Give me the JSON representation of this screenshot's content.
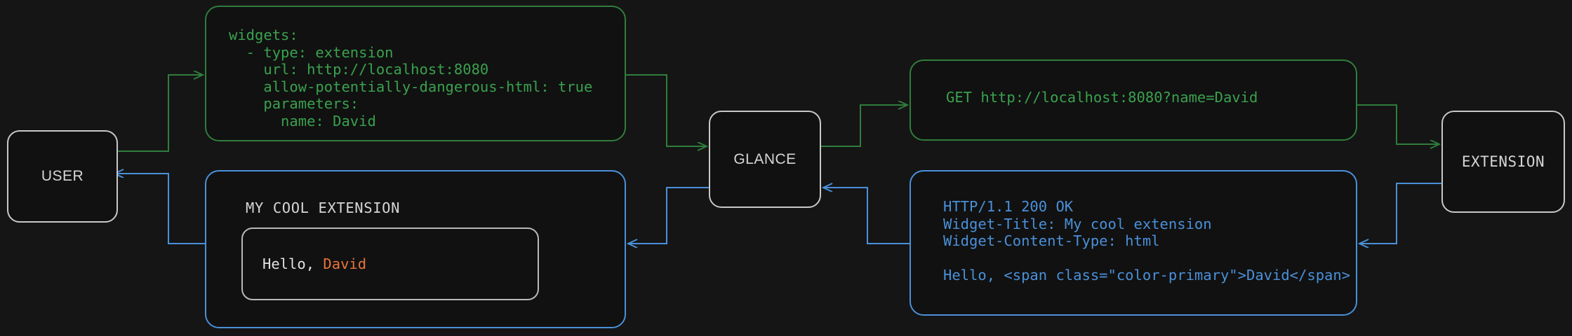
{
  "colors": {
    "background": "#151515",
    "panel_background": "#111111",
    "node_border": "#c8c8c8",
    "request_flow": "#2f7d3c",
    "request_text": "#3aa14e",
    "response_flow": "#4a90d9",
    "accent_primary": "#e8743b",
    "body_text": "#e2e2e2"
  },
  "nodes": {
    "user": "USER",
    "glance": "GLANCE",
    "extension": "EXTENSION"
  },
  "panels": {
    "config": {
      "code": "widgets:\n  - type: extension\n    url: http://localhost:8080\n    allow-potentially-dangerous-html: true\n    parameters:\n      name: David"
    },
    "request": {
      "code": "GET http://localhost:8080?name=David"
    },
    "response": {
      "code": "HTTP/1.1 200 OK\nWidget-Title: My cool extension\nWidget-Content-Type: html\n\nHello, <span class=\"color-primary\">David</span>"
    },
    "widget": {
      "title": "MY COOL EXTENSION",
      "greeting": "Hello, ",
      "name": "David"
    }
  },
  "flows": [
    {
      "id": "user-to-config",
      "color": "#2f7d3c",
      "label": ""
    },
    {
      "id": "config-to-glance",
      "color": "#2f7d3c",
      "label": ""
    },
    {
      "id": "glance-to-request",
      "color": "#2f7d3c",
      "label": ""
    },
    {
      "id": "request-to-extension",
      "color": "#2f7d3c",
      "label": ""
    },
    {
      "id": "extension-to-response",
      "color": "#4a90d9",
      "label": ""
    },
    {
      "id": "response-to-glance",
      "color": "#4a90d9",
      "label": ""
    },
    {
      "id": "glance-to-widget",
      "color": "#4a90d9",
      "label": ""
    },
    {
      "id": "widget-to-user",
      "color": "#4a90d9",
      "label": ""
    }
  ]
}
